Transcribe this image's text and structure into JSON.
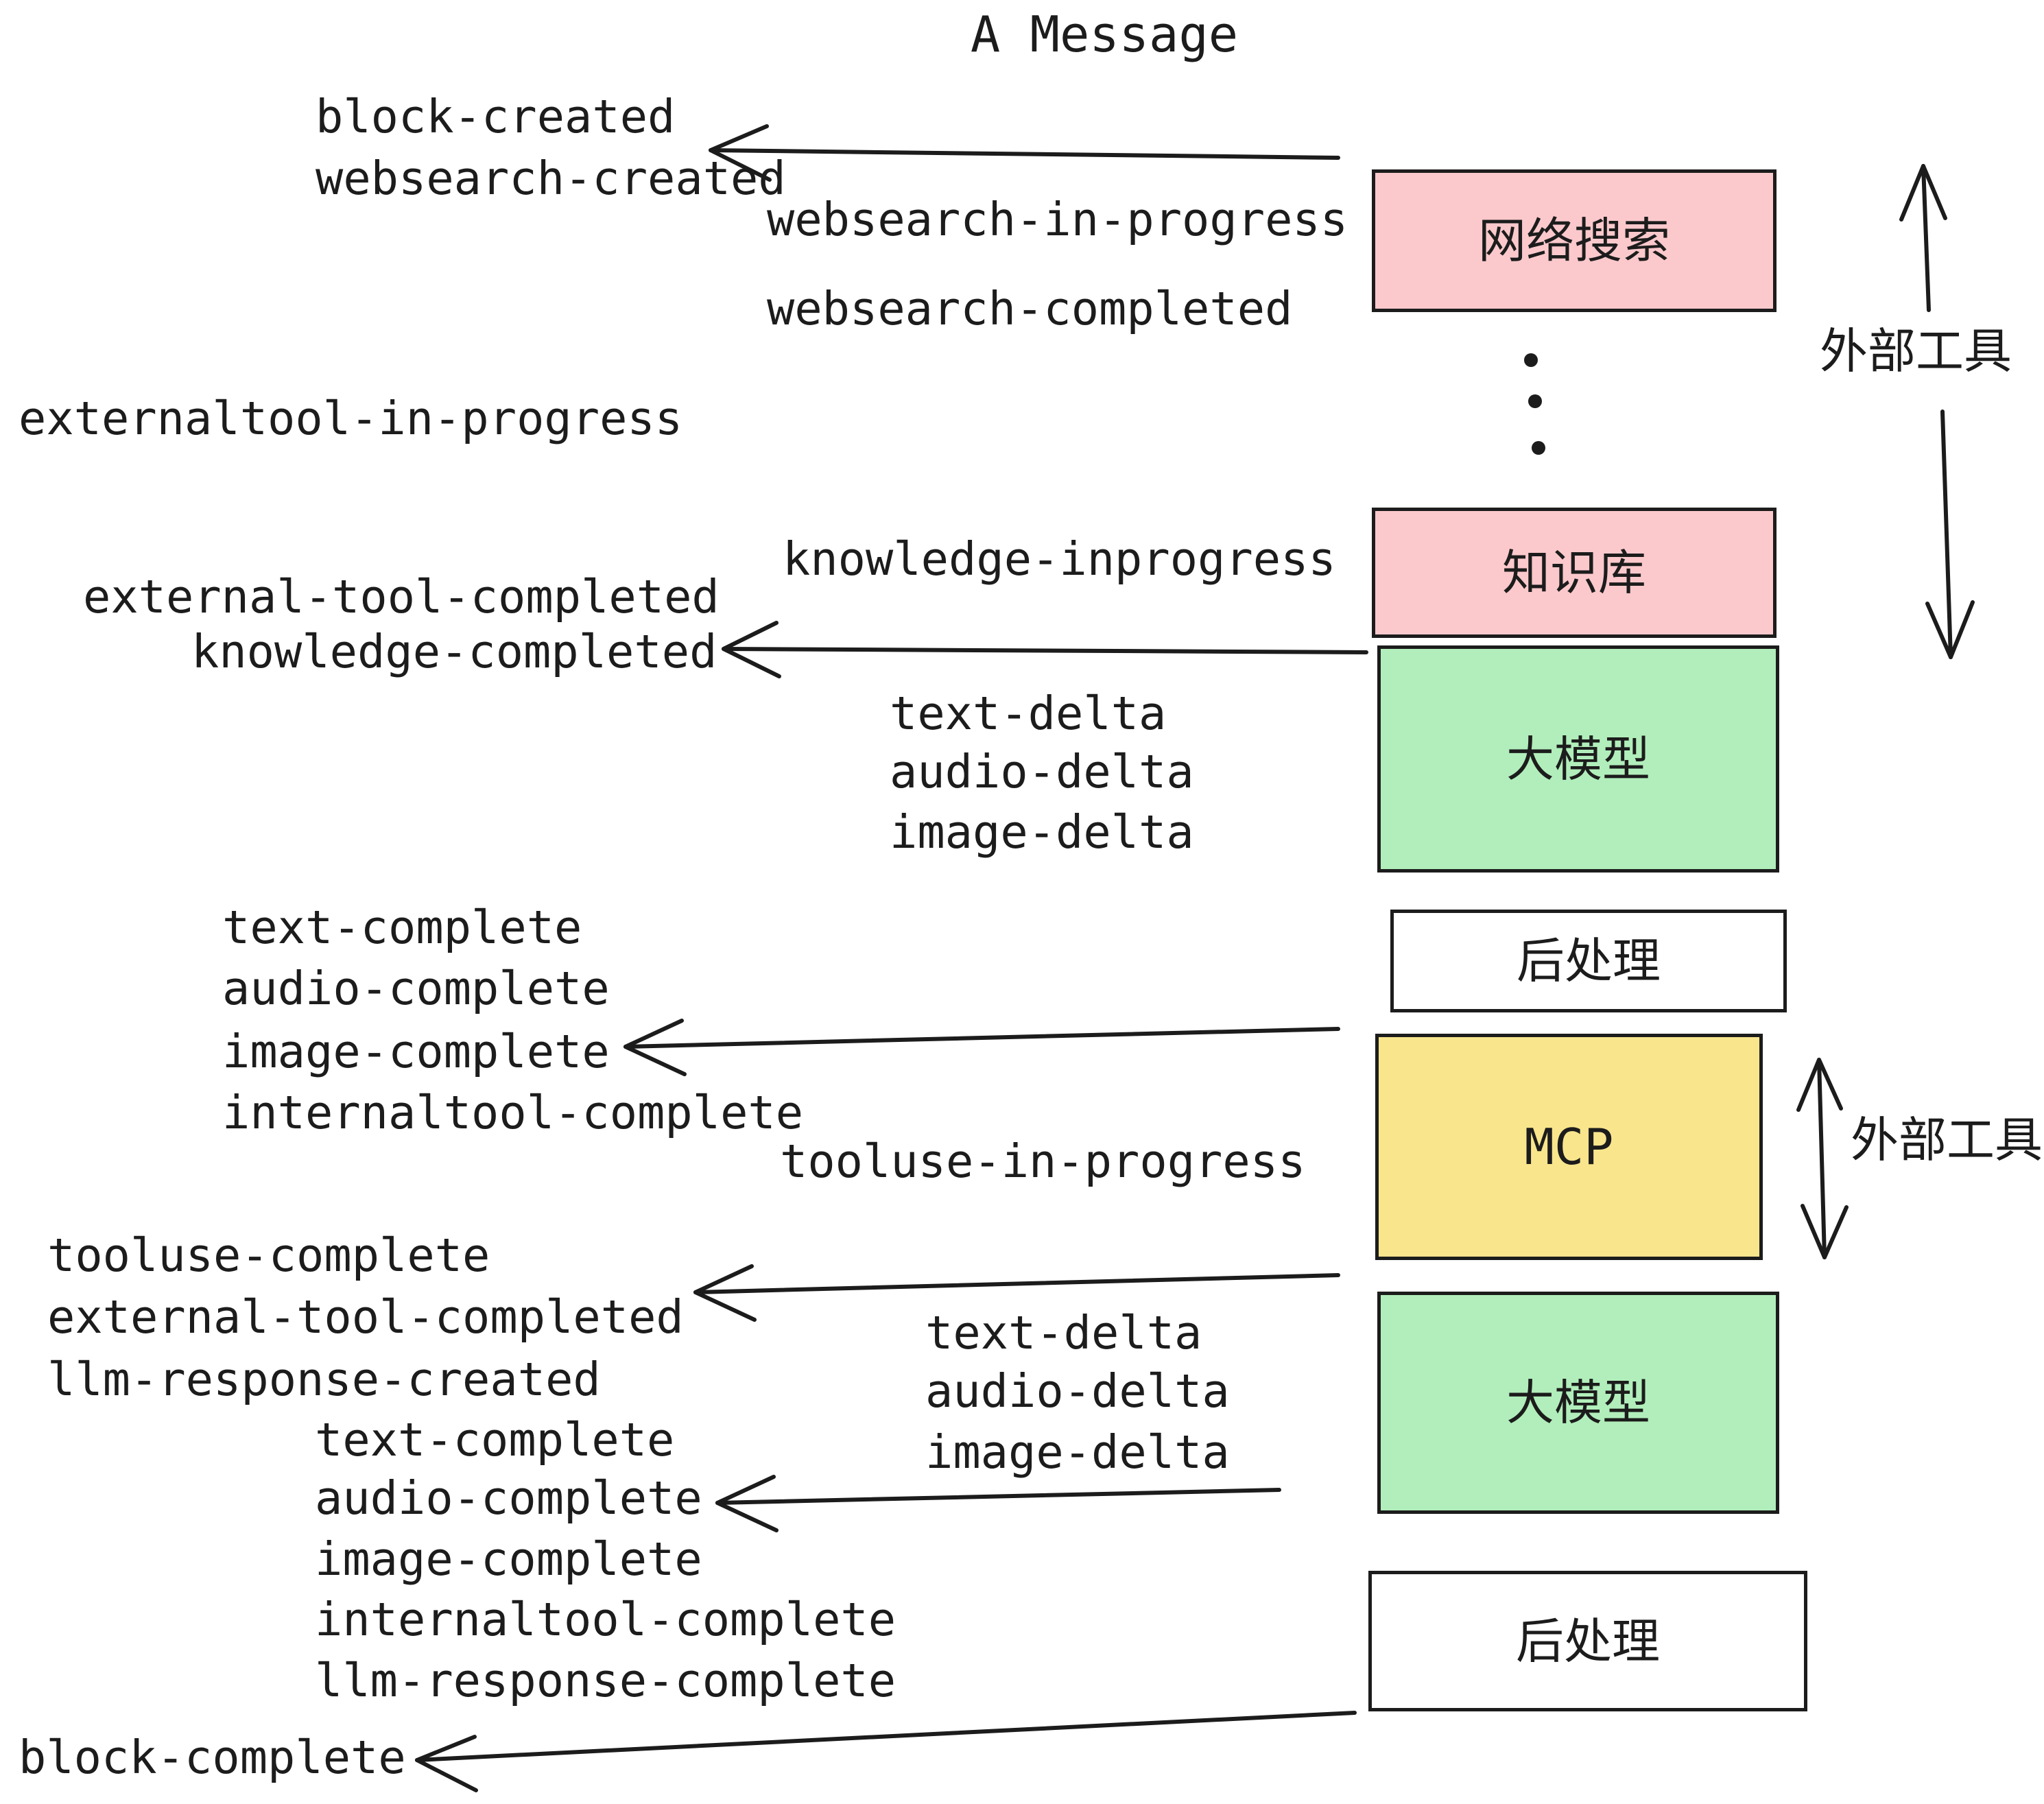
{
  "title": "A Message",
  "palette": {
    "ink": "#1c1c1c",
    "pink": "#fbc9cc",
    "green": "#b1eebb",
    "yellow": "#f9e58c",
    "white": "#ffffff"
  },
  "boxes": [
    {
      "label": "网络搜索"
    },
    {
      "label": "知识库"
    },
    {
      "label": "大模型"
    },
    {
      "label": "后处理"
    },
    {
      "label": "MCP"
    },
    {
      "label": "大模型"
    },
    {
      "label": "后处理"
    }
  ],
  "side_labels": {
    "top": "外部工具",
    "middle": "外部工具"
  },
  "events": [
    {
      "label": "block-created"
    },
    {
      "label": "websearch-created"
    },
    {
      "label": "websearch-in-progress"
    },
    {
      "label": "websearch-completed"
    },
    {
      "label": "externaltool-in-progress"
    },
    {
      "label": "knowledge-inprogress"
    },
    {
      "label": "external-tool-completed"
    },
    {
      "label": "knowledge-completed"
    },
    {
      "label": "text-delta"
    },
    {
      "label": "audio-delta"
    },
    {
      "label": "image-delta"
    },
    {
      "label": "text-complete"
    },
    {
      "label": "audio-complete"
    },
    {
      "label": "image-complete"
    },
    {
      "label": "internaltool-complete"
    },
    {
      "label": "tooluse-in-progress"
    },
    {
      "label": "tooluse-complete"
    },
    {
      "label": "external-tool-completed"
    },
    {
      "label": "llm-response-created"
    },
    {
      "label": "text-delta"
    },
    {
      "label": "audio-delta"
    },
    {
      "label": "image-delta"
    },
    {
      "label": "text-complete"
    },
    {
      "label": "audio-complete"
    },
    {
      "label": "image-complete"
    },
    {
      "label": "internaltool-complete"
    },
    {
      "label": "llm-response-complete"
    },
    {
      "label": "block-complete"
    }
  ]
}
